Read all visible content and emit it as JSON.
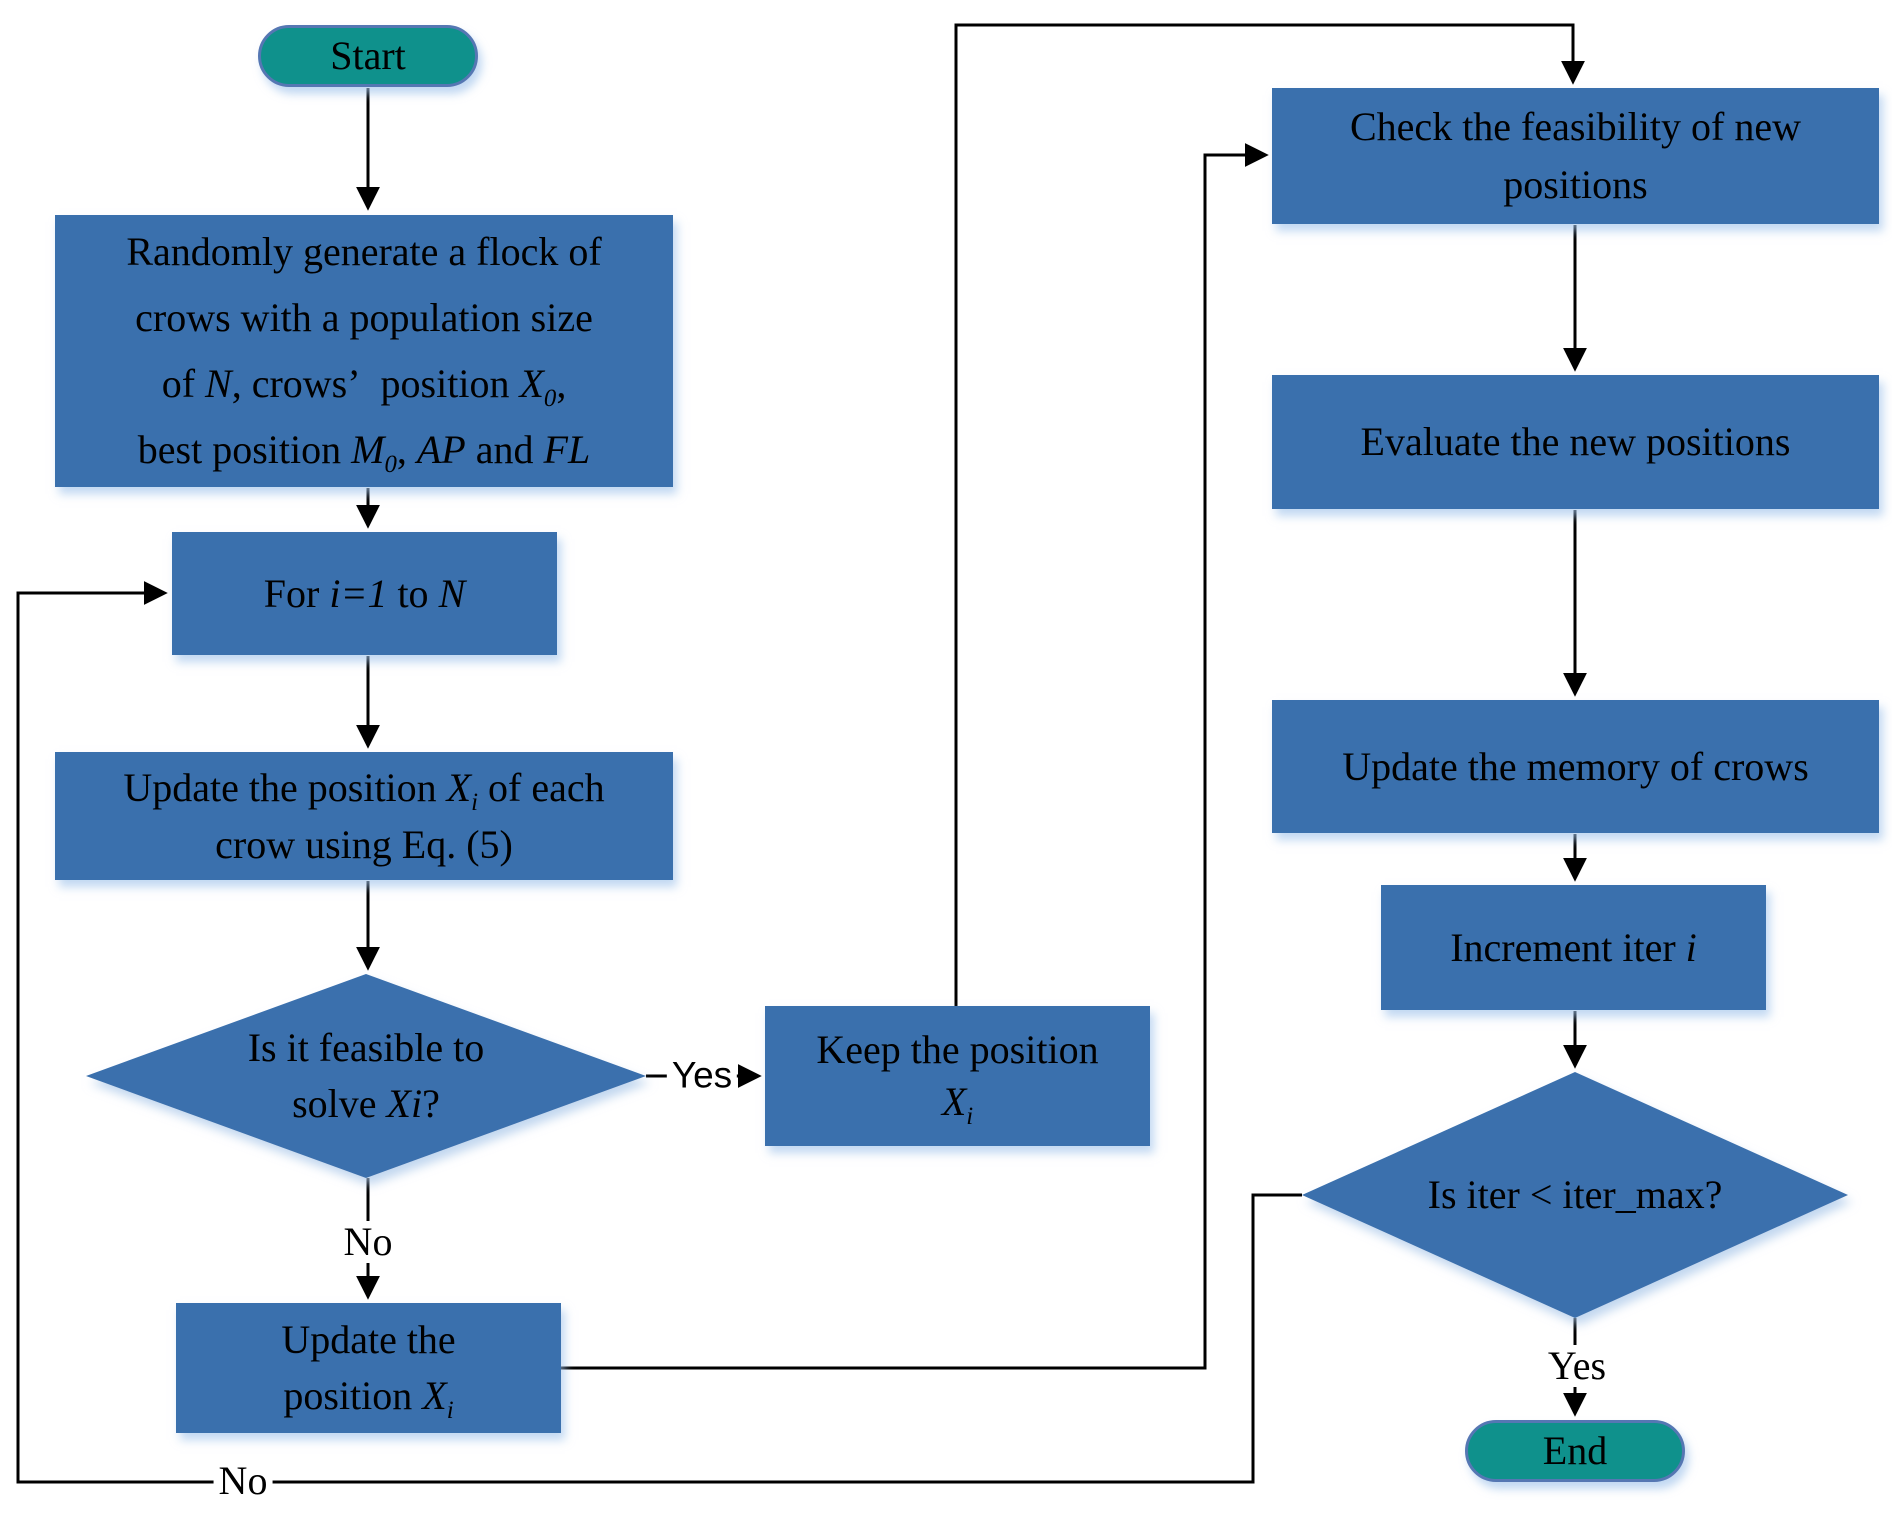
{
  "palette": {
    "box_blue": "#3A70AD",
    "pill_teal": "#0F918C",
    "pill_border": "#5577B3",
    "line": "#000000",
    "text": "#000000",
    "shadow_glow": "#A8C6E8"
  },
  "nodes": {
    "start": {
      "label": "Start"
    },
    "init": {
      "lines": [
        "Randomly generate a flock of",
        "crows with a population size",
        "of *N*, crows’ position *X~0~*,",
        "best position *M~0~*, *AP* and *FL*"
      ]
    },
    "for_loop": {
      "lines": [
        "For *i=1* to *N*"
      ]
    },
    "update_each": {
      "lines": [
        "Update the position *X~i~* of each",
        "crow using Eq. (5)"
      ]
    },
    "feasible_decision": {
      "lines": [
        "Is it feasible to",
        "solve *Xi*?"
      ]
    },
    "keep_position": {
      "lines": [
        "Keep the position",
        "*X~i~*"
      ]
    },
    "update_position": {
      "lines": [
        "Update the",
        "position *X~i~*"
      ]
    },
    "check_feasibility": {
      "lines": [
        "Check the feasibility of new",
        "positions"
      ]
    },
    "evaluate_positions": {
      "lines": [
        "Evaluate the new positions"
      ]
    },
    "update_memory": {
      "lines": [
        "Update the memory of crows"
      ]
    },
    "increment_iter": {
      "lines": [
        "Increment iter *i*"
      ]
    },
    "iter_decision": {
      "lines": [
        "Is iter < iter_max?"
      ]
    },
    "end": {
      "label": "End"
    }
  },
  "edge_labels": {
    "yes_feasible": "Yes",
    "no_feasible": "No",
    "no_iter_loop": "No",
    "yes_end": "Yes"
  }
}
